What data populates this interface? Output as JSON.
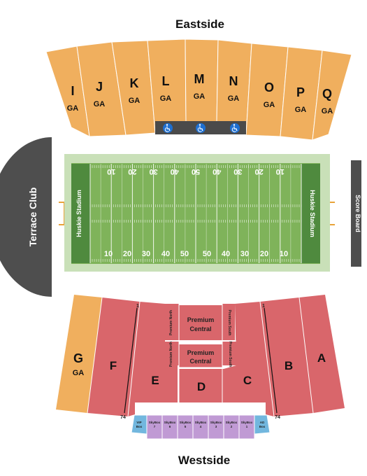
{
  "labels": {
    "eastside": "Eastside",
    "westside": "Westside",
    "terrace_club": "Terrace Club",
    "score_board": "Score Board",
    "endzone_left": "Huskie Stadium",
    "endzone_right": "Huskie Stadium"
  },
  "east_sections": [
    {
      "letter": "I",
      "ga": "GA"
    },
    {
      "letter": "J",
      "ga": "GA"
    },
    {
      "letter": "K",
      "ga": "GA"
    },
    {
      "letter": "L",
      "ga": "GA"
    },
    {
      "letter": "M",
      "ga": "GA"
    },
    {
      "letter": "N",
      "ga": "GA"
    },
    {
      "letter": "O",
      "ga": "GA"
    },
    {
      "letter": "P",
      "ga": "GA"
    },
    {
      "letter": "Q",
      "ga": "GA"
    }
  ],
  "west_sections": {
    "g": {
      "letter": "G",
      "ga": "GA"
    },
    "f": "F",
    "e": "E",
    "d": "D",
    "c": "C",
    "b": "B",
    "a": "A",
    "premium_central_upper": [
      "Premium",
      "Central"
    ],
    "premium_central_lower": [
      "Premium",
      "Central"
    ],
    "premium_north_upper": "Premium North",
    "premium_north_lower": "Premium North",
    "premium_south_upper": "Premium South",
    "premium_south_lower": "Premium South",
    "row_1_left": "1",
    "row_74_left": "74",
    "row_1_right": "1",
    "row_74_right": "74"
  },
  "boxes": [
    {
      "line1": "VIP",
      "line2": "Box"
    },
    {
      "line1": "SkyBox",
      "line2": "7"
    },
    {
      "line1": "SkyBox",
      "line2": "6"
    },
    {
      "line1": "SkyBox",
      "line2": "5"
    },
    {
      "line1": "SkyBox",
      "line2": "4"
    },
    {
      "line1": "SkyBox",
      "line2": "3"
    },
    {
      "line1": "SkyBox",
      "line2": "2"
    },
    {
      "line1": "SkyBox",
      "line2": "1"
    },
    {
      "line1": "AD",
      "line2": "Box"
    }
  ],
  "yard_numbers_top": [
    "10",
    "20",
    "30",
    "40",
    "50",
    "40",
    "30",
    "20",
    "10"
  ],
  "yard_numbers_bottom": [
    "10",
    "20",
    "30",
    "40",
    "50",
    "50",
    "40",
    "30",
    "20",
    "10"
  ],
  "accessible_icon": "wheelchair-icon",
  "colors": {
    "east": "#F0AF5E",
    "west": "#D9666B",
    "west_g": "#F0AF5E",
    "skybox": "#C09AD4",
    "box_blue": "#72B7DE",
    "terrace": "#4E4E4E",
    "field": "#7FB35A",
    "field_border": "#C9E0B8",
    "endzone": "#4F8A3E",
    "scoreboard": "#4E4E4E"
  }
}
